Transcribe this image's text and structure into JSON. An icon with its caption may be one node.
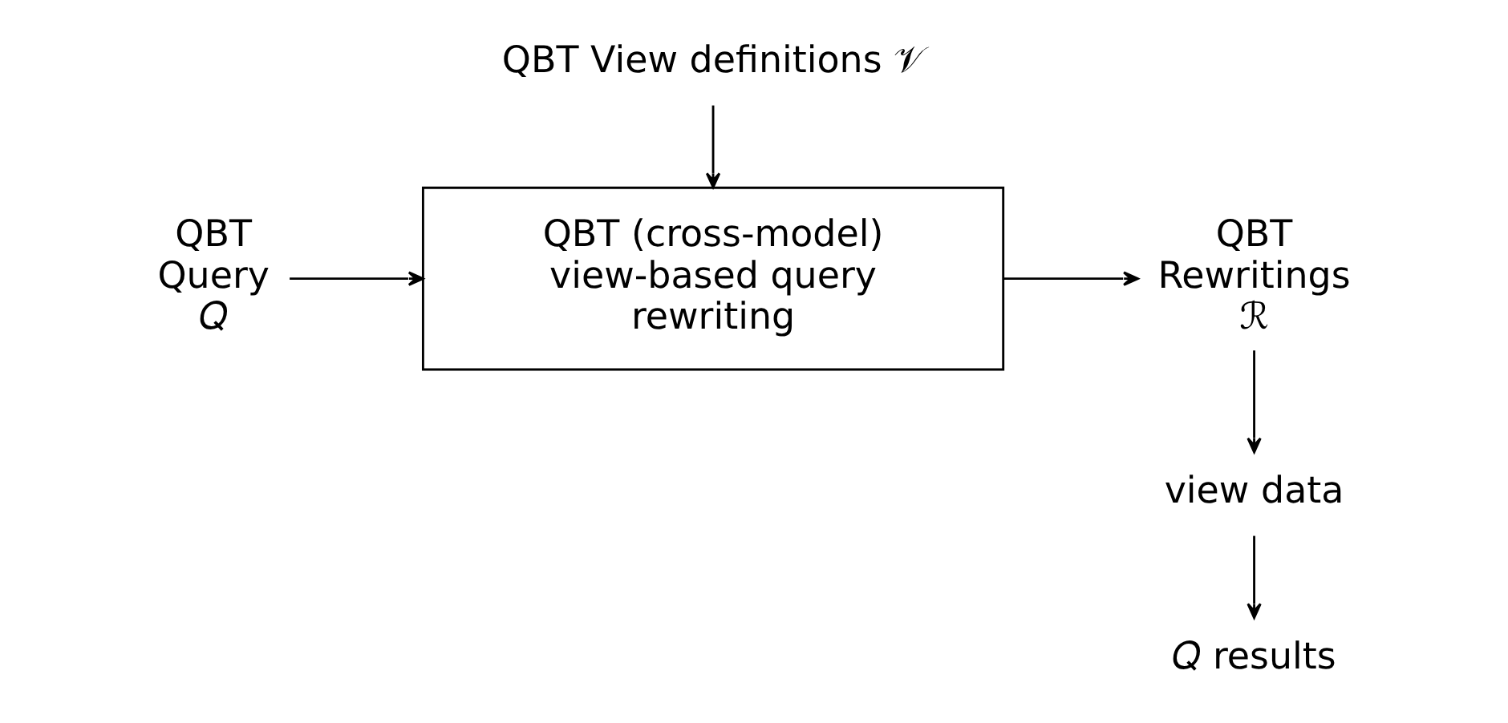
{
  "diagram": {
    "nodes": [
      {
        "text": [
          "QBT Query 𝑄"
        ]
      },
      {
        "text": [
          "QBT View definitions 𝒱"
        ]
      },
      {
        "text": [
          "QBT (cross-model) view-based query rewriting"
        ]
      },
      {
        "text": [
          "QBT Rewritings ℛ"
        ]
      },
      {
        "text": [
          "view data"
        ]
      },
      {
        "text": [
          "𝑄 results"
        ]
      }
    ],
    "edges": [
      {
        "from": 0,
        "to": 2,
        "arrow": "to"
      },
      {
        "from": 1,
        "to": 2,
        "arrow": "to"
      },
      {
        "from": 2,
        "to": 3,
        "arrow": "to"
      },
      {
        "from": 3,
        "to": 4,
        "arrow": "to"
      },
      {
        "from": 4,
        "to": 5,
        "arrow": "to"
      }
    ]
  }
}
